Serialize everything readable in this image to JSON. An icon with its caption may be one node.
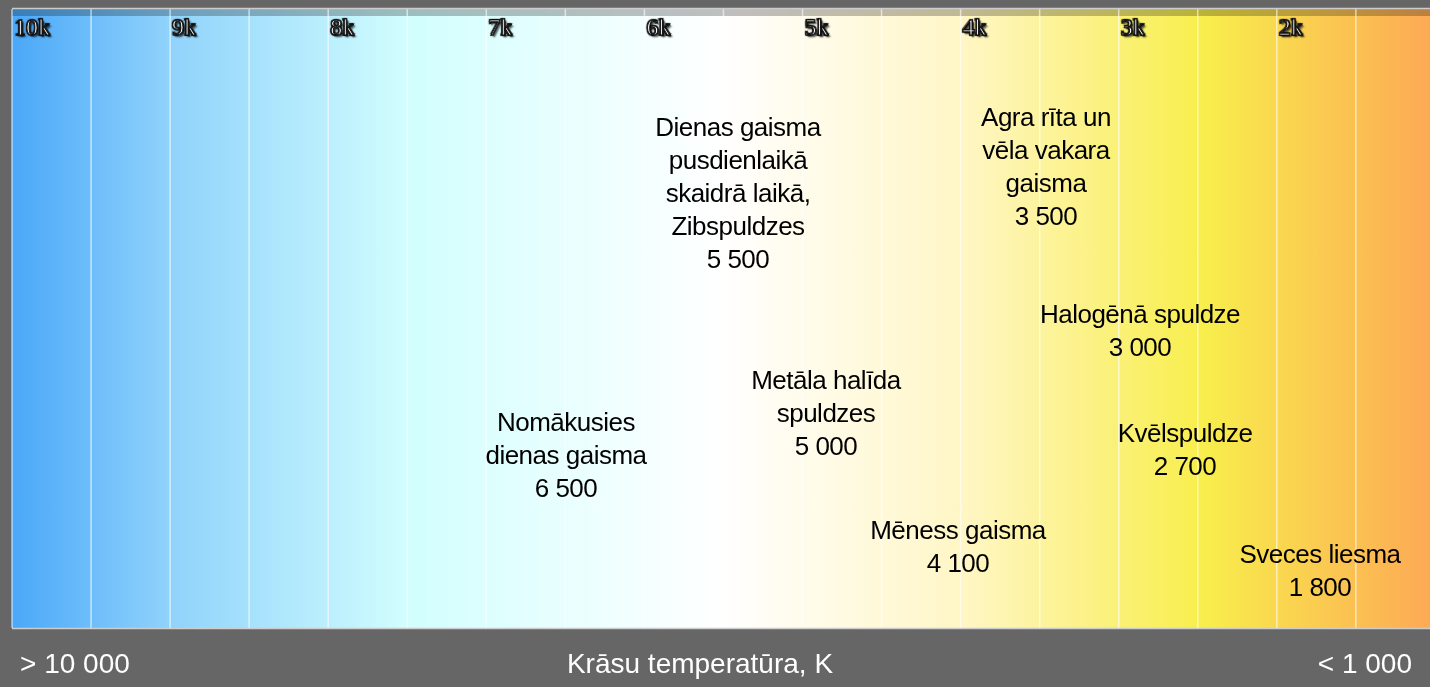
{
  "diagram": {
    "labels": [
      "10k",
      "9k",
      "8k",
      "7k",
      "6k",
      "5k",
      "4k",
      "3k",
      "2k",
      "Dienas gaisma pusdienlaikā skaidrā laikā, Zibspuldzes",
      "Agra rīta un vēla vakara gaisma",
      "3 500",
      "5 500",
      "Halogēnā spuldze",
      "3 000",
      "Metāla halīda spuldzes",
      "Nomākusies dienas gaisma",
      "Kvēlspuldze",
      "5 000",
      "2 700",
      "6 500",
      "Mēness gaisma",
      "Sveces liesma",
      "4 100",
      "1 800",
      "> 10 000",
      "Krāsu temperatūra, K",
      "< 1 000"
    ]
  }
}
